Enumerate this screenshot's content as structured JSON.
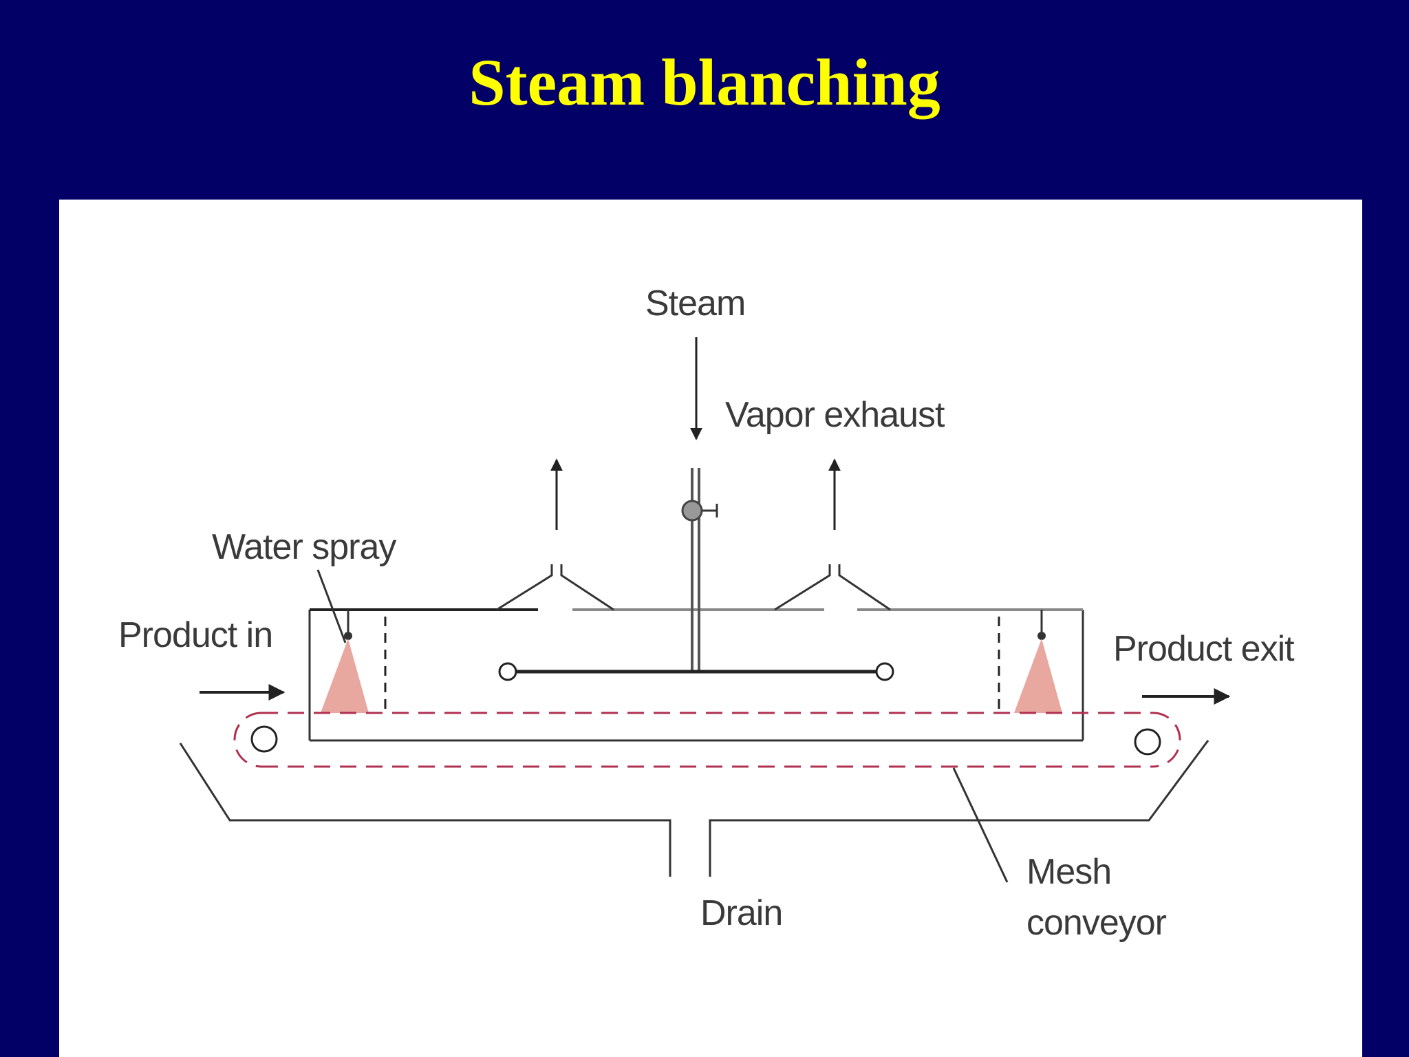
{
  "title": "Steam blanching",
  "labels": {
    "steam": "Steam",
    "vapor_exhaust": "Vapor exhaust",
    "water_spray": "Water spray",
    "product_in": "Product in",
    "product_exit": "Product exit",
    "drain": "Drain",
    "mesh": "Mesh",
    "conveyor": "conveyor"
  },
  "colors": {
    "background": "#020066",
    "title": "#FFFF00",
    "panel": "#ffffff",
    "spray": "#E8A8A0",
    "conveyor": "#B03050",
    "line": "#222222"
  }
}
